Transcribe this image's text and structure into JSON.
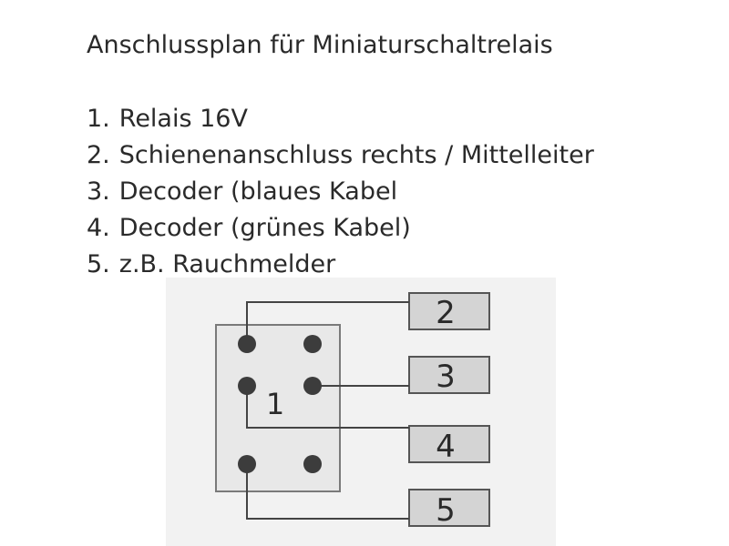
{
  "title": "Anschlussplan für Miniaturschaltrelais",
  "legend": [
    {
      "num": "1.",
      "text": "Relais 16V"
    },
    {
      "num": "2.",
      "text": "Schienenanschluss rechts / Mittelleiter"
    },
    {
      "num": "3.",
      "text": "Decoder  (blaues Kabel"
    },
    {
      "num": "4.",
      "text": "Decoder  (grünes Kabel)"
    },
    {
      "num": "5.",
      "text": "z.B. Rauchmelder"
    }
  ],
  "relay": {
    "label": "1"
  },
  "terminals": [
    {
      "label": "2"
    },
    {
      "label": "3"
    },
    {
      "label": "4"
    },
    {
      "label": "5"
    }
  ],
  "colors": {
    "text": "#2a2a2a",
    "panel_bg": "#f2f2f2",
    "relay_fill": "#e8e8e8",
    "terminal_fill": "#d4d4d4",
    "pin": "#3c3c3c",
    "wire": "#444444"
  }
}
